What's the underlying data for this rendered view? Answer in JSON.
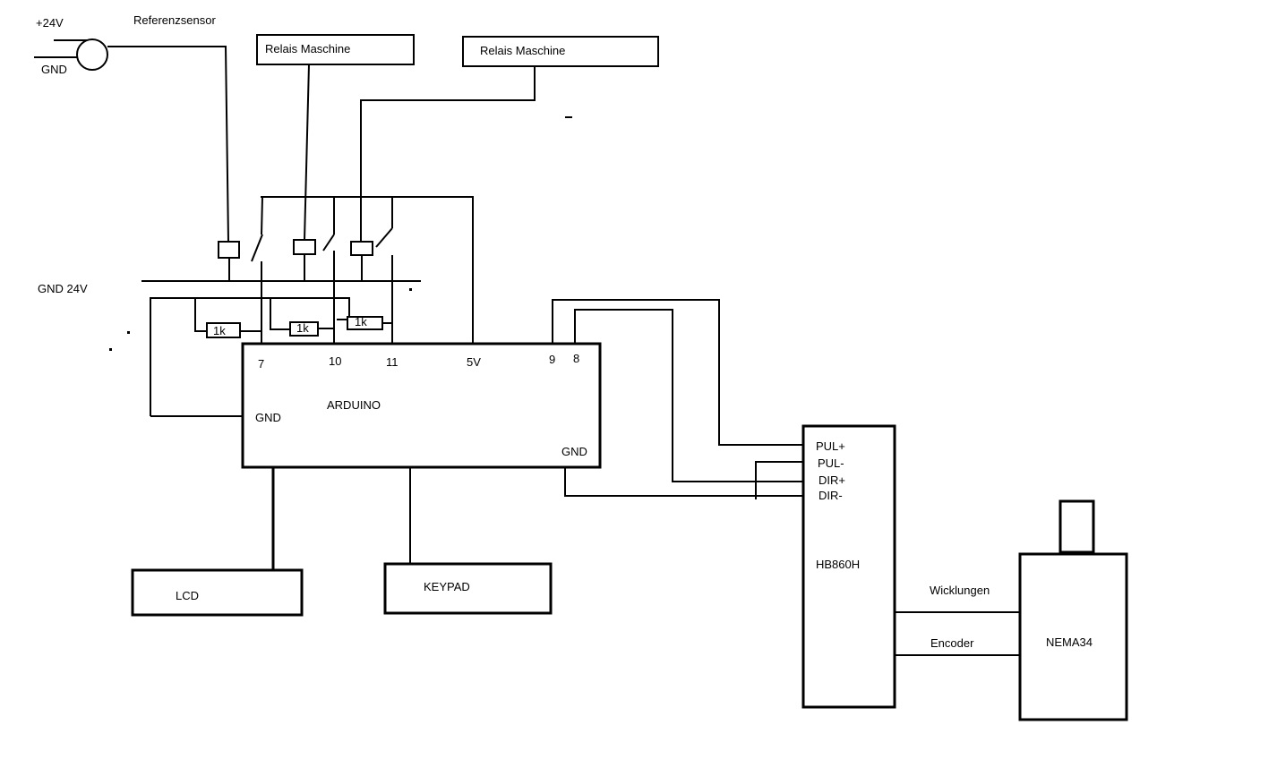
{
  "labels": {
    "supply_24v": "+24V",
    "gnd_top": "GND",
    "reference_sensor": "Referenzsensor",
    "relay_machine_1": "Relais Maschine",
    "relay_machine_2": "Relais Maschine",
    "gnd_24v": "GND 24V",
    "resistor_1": "1k",
    "resistor_2": "1k",
    "resistor_3": "1k",
    "pin_7": "7",
    "pin_10": "10",
    "pin_11": "11",
    "pin_5v": "5V",
    "pin_9": "9",
    "pin_8": "8",
    "arduino": "ARDUINO",
    "arduino_gnd_left": "GND",
    "arduino_gnd_right": "GND",
    "lcd": "LCD",
    "keypad": "KEYPAD",
    "pul_plus": "PUL+",
    "pul_minus": "PUL-",
    "dir_plus": "DIR+",
    "dir_minus": "DIR-",
    "driver": "HB860H",
    "windings": "Wicklungen",
    "encoder": "Encoder",
    "motor": "NEMA34"
  }
}
